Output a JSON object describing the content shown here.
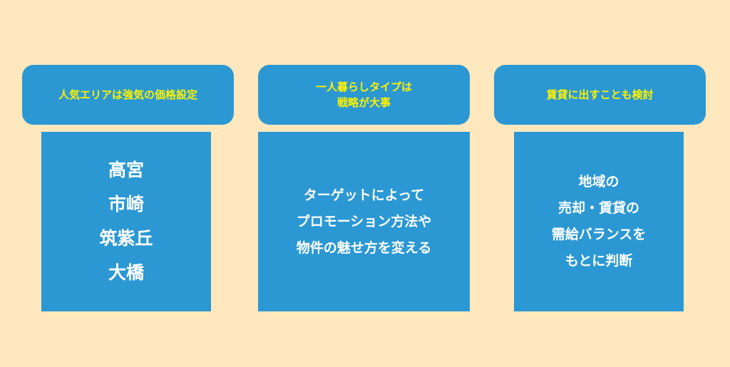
{
  "columns": [
    {
      "header": "人気エリアは強気の価格設定",
      "body": "高宮\n市崎\n筑紫丘\n大橋"
    },
    {
      "header": "一人暮らしタイプは\n戦略が大事",
      "body": "ターゲットによって\nプロモーション方法や\n物件の魅せ方を変える"
    },
    {
      "header": "賃貸に出すことも検討",
      "body": "地域の\n売却・賃貸の\n需給バランスを\nもとに判断"
    }
  ],
  "colors": {
    "background": "#ffe8bd",
    "box": "#2b98d3",
    "header_text": "#fff200",
    "body_text": "#ffffff"
  }
}
